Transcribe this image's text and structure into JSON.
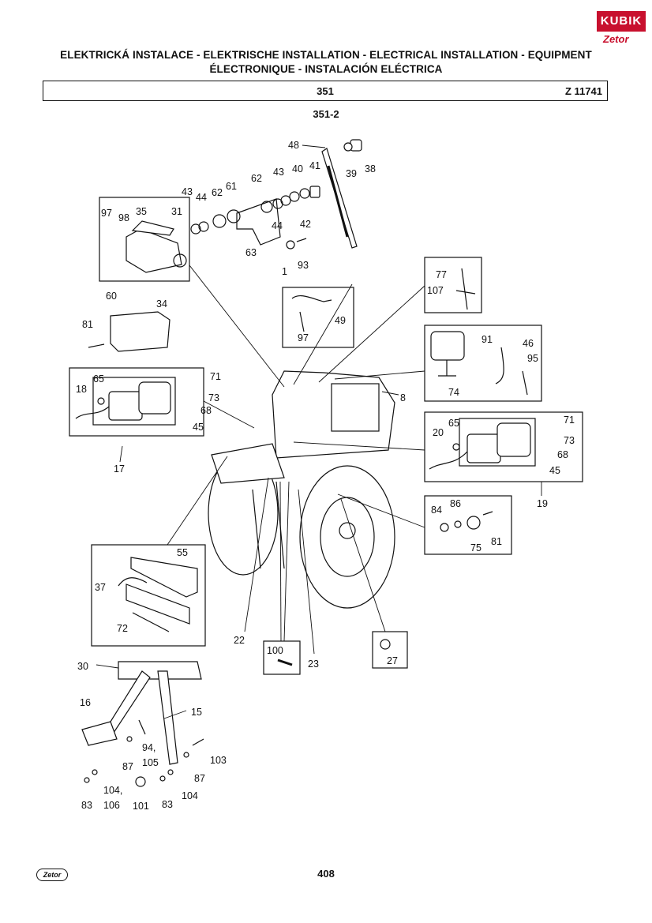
{
  "header": {
    "title_line1": "ELEKTRICKÁ INSTALACE - ELEKTRISCHE INSTALLATION - ELECTRICAL INSTALLATION - EQUIPMENT",
    "title_line2": "ÉLECTRONIQUE - INSTALACIÓN ELÉCTRICA",
    "group_number": "351",
    "catalog_code": "Z 11741",
    "subtitle": "351-2"
  },
  "logo": {
    "brand": "KUBIK",
    "sub": "Zetor"
  },
  "footer": {
    "page": "408",
    "logo": "Zetor"
  },
  "colors": {
    "ink": "#111111",
    "logo_red": "#c8102e"
  },
  "labels": {
    "l48": "48",
    "l39": "39",
    "l38": "38",
    "l62a": "62",
    "l43a": "43",
    "l40": "40",
    "l41": "41",
    "l43b": "43",
    "l44a": "44",
    "l62b": "62",
    "l61": "61",
    "l44b": "44",
    "l42": "42",
    "l97a": "97",
    "l98": "98",
    "l35": "35",
    "l31": "31",
    "l63": "63",
    "l1": "1",
    "l93": "93",
    "l34": "34",
    "l77": "77",
    "l107": "107",
    "l60": "60",
    "l81a": "81",
    "l49": "49",
    "l97b": "97",
    "l91": "91",
    "l46": "46",
    "l95": "95",
    "l74": "74",
    "l8": "8",
    "l71a": "71",
    "l65a": "65",
    "l18": "18",
    "l73a": "73",
    "l68a": "68",
    "l45a": "45",
    "l17": "17",
    "l20": "20",
    "l65b": "65",
    "l71b": "71",
    "l73b": "73",
    "l68b": "68",
    "l45b": "45",
    "l19": "19",
    "l84": "84",
    "l86": "86",
    "l81b": "81",
    "l75": "75",
    "l55": "55",
    "l37": "37",
    "l72": "72",
    "l30": "30",
    "l22": "22",
    "l100": "100",
    "l23": "23",
    "l27": "27",
    "l16": "16",
    "l15": "15",
    "l94": "94,",
    "l105": "105",
    "l87a": "87",
    "l103": "103",
    "l87b": "87",
    "l83a": "83",
    "l104a": "104,",
    "l106": "106",
    "l101": "101",
    "l83b": "83",
    "l104b": "104"
  }
}
